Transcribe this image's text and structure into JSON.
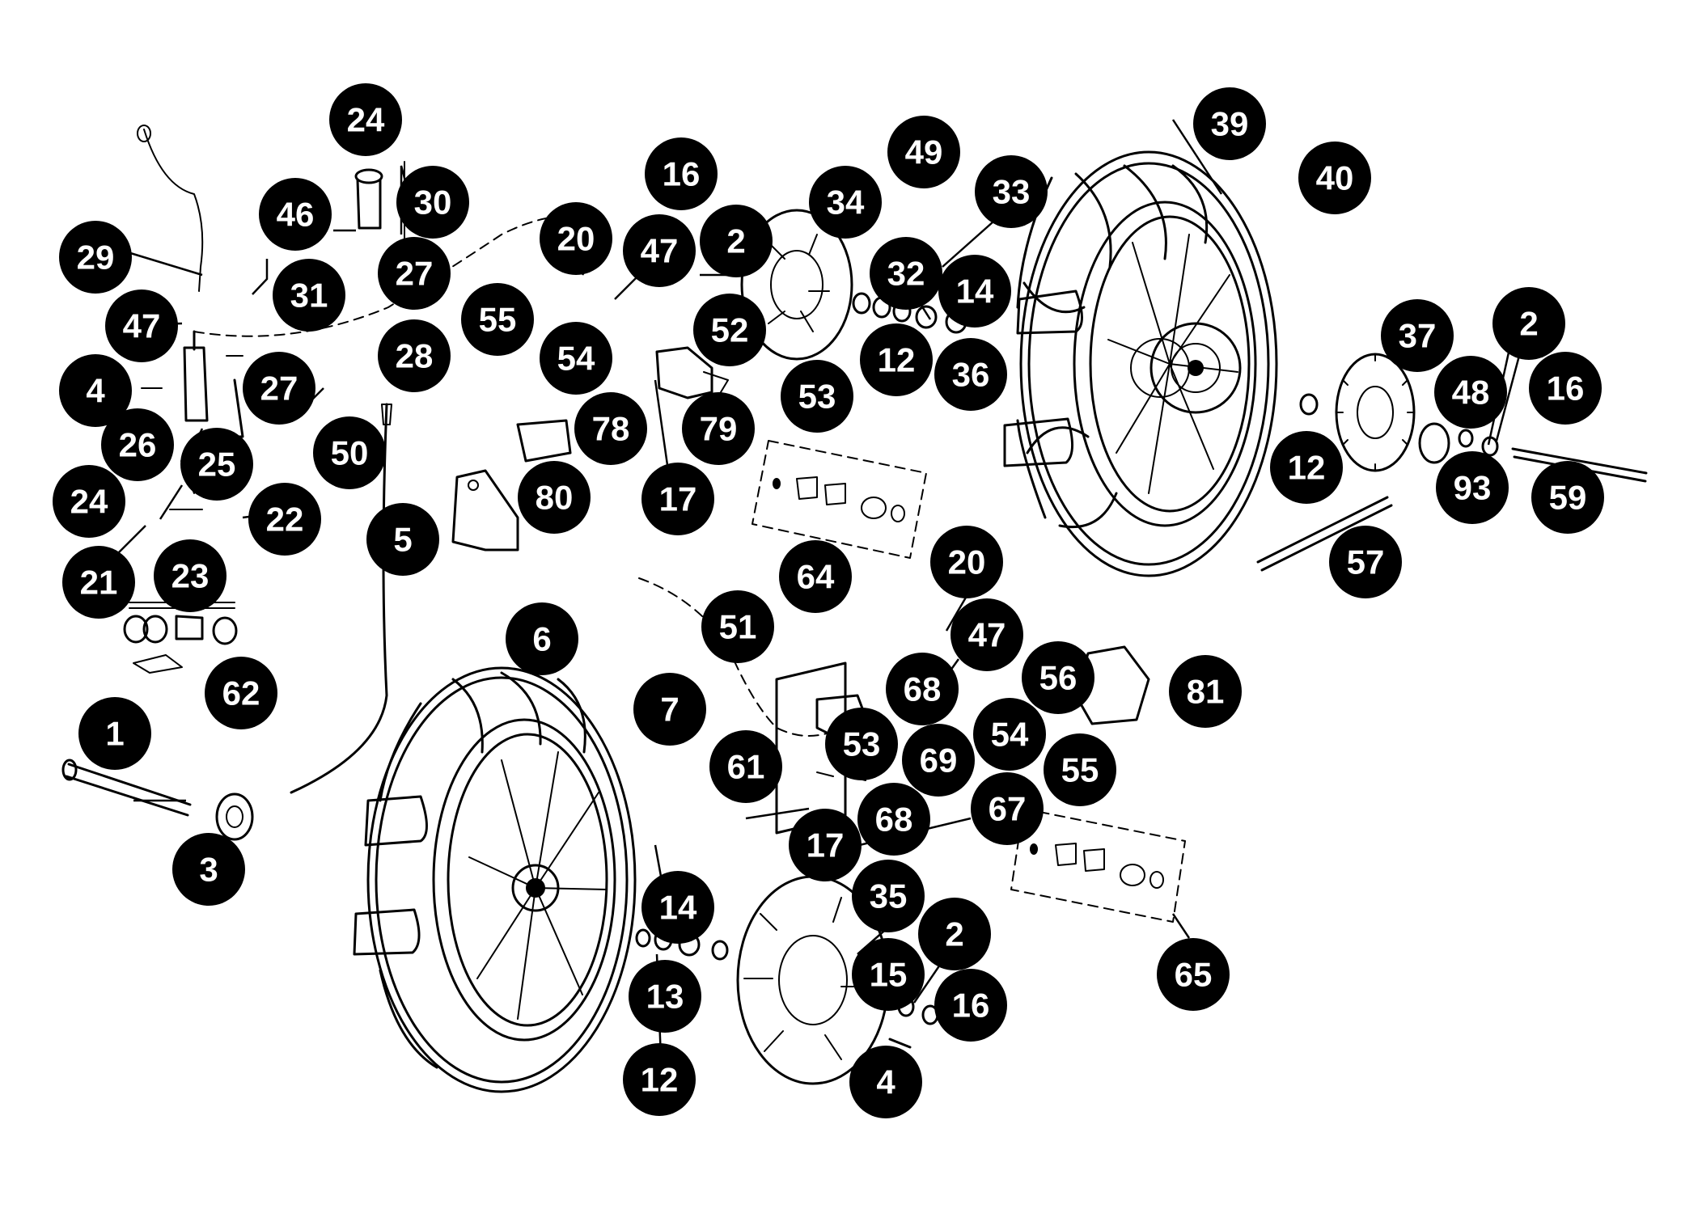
{
  "diagram": {
    "kind": "exploded-parts-view",
    "subject": "wheels and brake assembly",
    "callout_color": "#000000",
    "callout_text_color": "#ffffff",
    "callouts": [
      "24",
      "46",
      "30",
      "29",
      "27",
      "31",
      "47",
      "28",
      "4",
      "27",
      "26",
      "25",
      "50",
      "24",
      "22",
      "21",
      "23",
      "62",
      "1",
      "3",
      "5",
      "16",
      "34",
      "49",
      "33",
      "20",
      "47",
      "2",
      "32",
      "14",
      "55",
      "52",
      "54",
      "12",
      "36",
      "53",
      "79",
      "78",
      "80",
      "17",
      "64",
      "39",
      "40",
      "37",
      "2",
      "48",
      "16",
      "12",
      "93",
      "59",
      "57",
      "6",
      "7",
      "51",
      "20",
      "47",
      "68",
      "56",
      "81",
      "61",
      "53",
      "54",
      "69",
      "55",
      "68",
      "67",
      "17",
      "14",
      "35",
      "2",
      "15",
      "16",
      "13",
      "12",
      "4",
      "65"
    ]
  }
}
